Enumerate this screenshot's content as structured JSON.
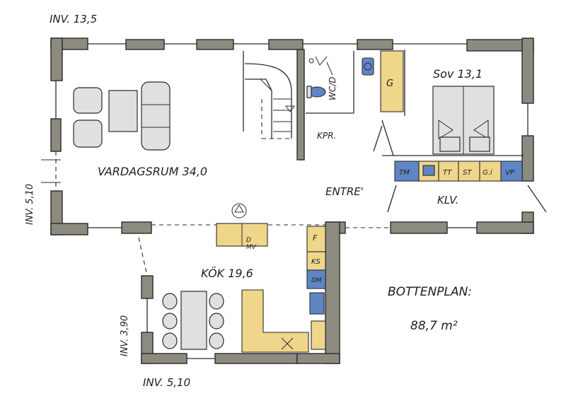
{
  "dimensions": {
    "top": "INV. 13,5",
    "left": "INV. 5,10",
    "kitchen_left": "INV. 3,90",
    "bottom": "INV. 5,10"
  },
  "rooms": {
    "living": "VARDAGSRUM 34,0",
    "bedroom": "Sov 13,1",
    "wc": "WC/D",
    "kpr": "KPR.",
    "entre": "ENTRE'",
    "klv": "KLV.",
    "kitchen": "KÖK 19,6"
  },
  "cabinets": {
    "g": "G",
    "tm": "TM",
    "tt": "TT",
    "st": "ST",
    "gi": "G.i",
    "vp": "VP",
    "d_mv": "D\nMV",
    "f": "F",
    "ks": "KS",
    "dm": "DM"
  },
  "title": {
    "line1": "BOTTENPLAN:",
    "line2": "88,7 m²"
  },
  "colors": {
    "wall": "#8d8a80",
    "cabinet_yellow": "#efd68b",
    "cabinet_blue": "#5f86c4",
    "furniture": "#dfe0e2"
  }
}
